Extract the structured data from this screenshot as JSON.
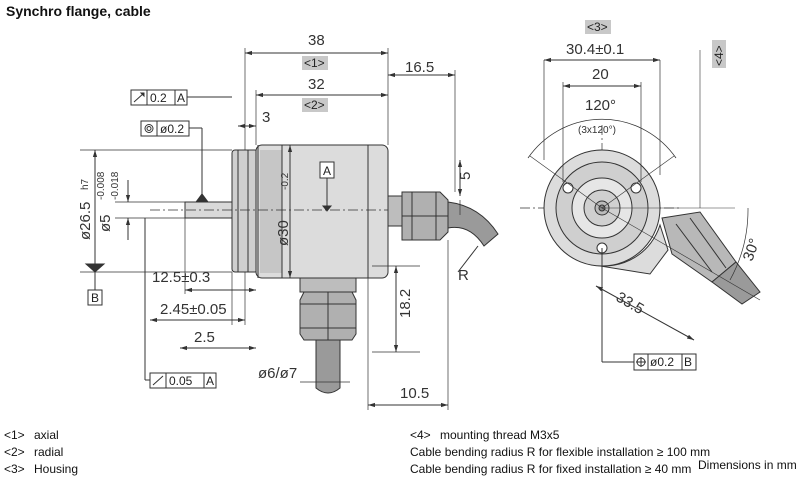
{
  "title": "Synchro flange, cable",
  "side_view": {
    "dims": {
      "d38": "38",
      "d32": "32",
      "d16_5": "16.5",
      "d3": "3",
      "d5": "5",
      "d12_5": "12.5±0.3",
      "d2_45": "2.45±0.05",
      "d2_5": "2.5",
      "d18_2": "18.2",
      "d10_5": "10.5",
      "d6_7": "ø6/ø7",
      "d26_5": "ø26.5",
      "d26_5_tol": "h7",
      "d5_shaft": "ø5",
      "d5_tol_upper": "-0.008",
      "d5_tol_lower": "-0.018",
      "d30": "ø30",
      "d30_tol": "-0.2",
      "radius": "R"
    },
    "tags": {
      "tag1": "<1>",
      "tag2": "<2>"
    },
    "tolerance_frames": {
      "runout_axial": {
        "value": "0.2",
        "datum": "A"
      },
      "concentricity": {
        "value": "ø0.2"
      },
      "runout_radial": {
        "value": "0.05",
        "datum": "A"
      }
    },
    "datums": {
      "a": "A",
      "b": "B"
    }
  },
  "front_view": {
    "dims": {
      "d30_4": "30.4±0.1",
      "d20": "20",
      "angle120": "120°",
      "angle_note": "(3x120°)",
      "d33_5": "33.5",
      "angle30": "30°"
    },
    "tags": {
      "tag3": "<3>",
      "tag4": "<4>"
    },
    "position_frame": {
      "value": "ø0.2",
      "datum": "B"
    }
  },
  "legend": {
    "left": [
      {
        "num": "<1>",
        "text": "axial"
      },
      {
        "num": "<2>",
        "text": "radial"
      },
      {
        "num": "<3>",
        "text": "Housing"
      }
    ],
    "right": [
      {
        "num": "<4>",
        "text": "mounting thread M3x5"
      },
      {
        "num": "",
        "text": "Cable bending radius R for flexible installation ≥ 100 mm"
      },
      {
        "num": "",
        "text": "Cable bending radius R for fixed installation ≥ 40 mm"
      }
    ],
    "dimensions_note": "Dimensions in mm"
  },
  "colors": {
    "line": "#333333",
    "body_fill": "#d9d9d9",
    "dark_fill": "#9a9a9a",
    "tag_fill": "#c8c8c8"
  }
}
